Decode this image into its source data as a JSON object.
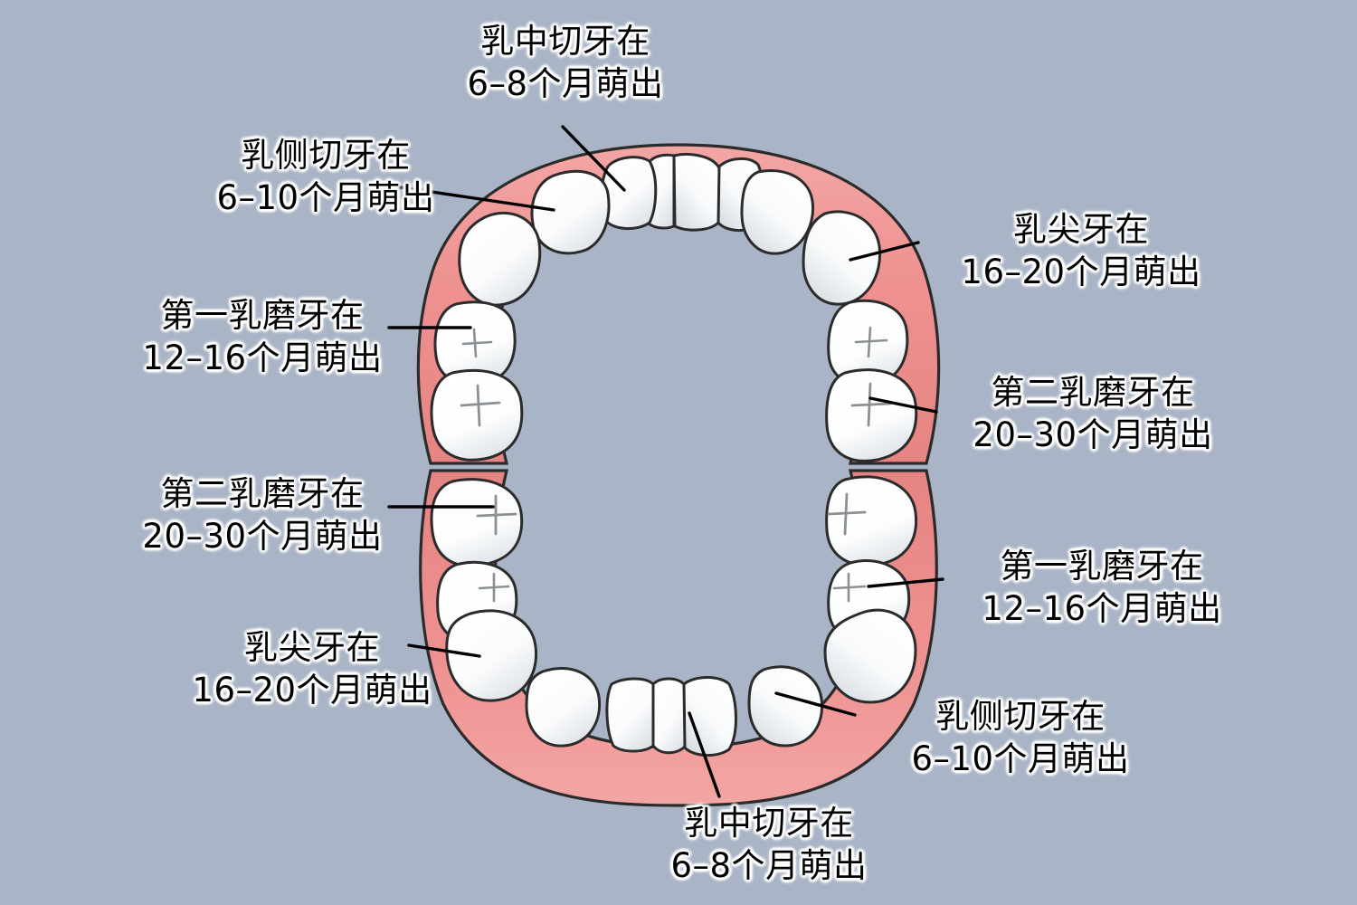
{
  "diagram": {
    "title_alt": "乳牙萌出时间示意图",
    "background_color": "#A9B5C6",
    "gum_color": "#EE9190",
    "gum_edge_color": "#E07B7A",
    "tooth_color": "#FFFFFF",
    "tooth_shade_color": "#D6DCE2",
    "outline_color": "#2B2B2B",
    "leader_line_color": "#000000"
  },
  "labels": [
    {
      "id": "upper-central-incisor",
      "name": "乳中切牙在",
      "time": "6–8个月萌出"
    },
    {
      "id": "upper-lateral-incisor",
      "name": "乳侧切牙在",
      "time": "6–10个月萌出"
    },
    {
      "id": "upper-first-molar",
      "name": "第一乳磨牙在",
      "time": "12–16个月萌出"
    },
    {
      "id": "upper-second-molar-left",
      "name": "第二乳磨牙在",
      "time": "20–30个月萌出"
    },
    {
      "id": "lower-canine",
      "name": "乳尖牙在",
      "time": "16–20个月萌出"
    },
    {
      "id": "upper-canine",
      "name": "乳尖牙在",
      "time": "16–20个月萌出"
    },
    {
      "id": "upper-second-molar-right",
      "name": "第二乳磨牙在",
      "time": "20–30个月萌出"
    },
    {
      "id": "lower-first-molar",
      "name": "第一乳磨牙在",
      "time": "12–16个月萌出"
    },
    {
      "id": "lower-lateral-incisor",
      "name": "乳侧切牙在",
      "time": "6–10个月萌出"
    },
    {
      "id": "lower-central-incisor",
      "name": "乳中切牙在",
      "time": "6–8个月萌出"
    }
  ],
  "teeth": {
    "upper": [
      "乳中切牙",
      "乳中切牙",
      "乳侧切牙",
      "乳侧切牙",
      "乳尖牙",
      "乳尖牙",
      "第一乳磨牙",
      "第一乳磨牙",
      "第二乳磨牙",
      "第二乳磨牙"
    ],
    "lower": [
      "乳中切牙",
      "乳中切牙",
      "乳侧切牙",
      "乳侧切牙",
      "乳尖牙",
      "乳尖牙",
      "第一乳磨牙",
      "第一乳磨牙",
      "第二乳磨牙",
      "第二乳磨牙"
    ],
    "total_count": 20
  }
}
